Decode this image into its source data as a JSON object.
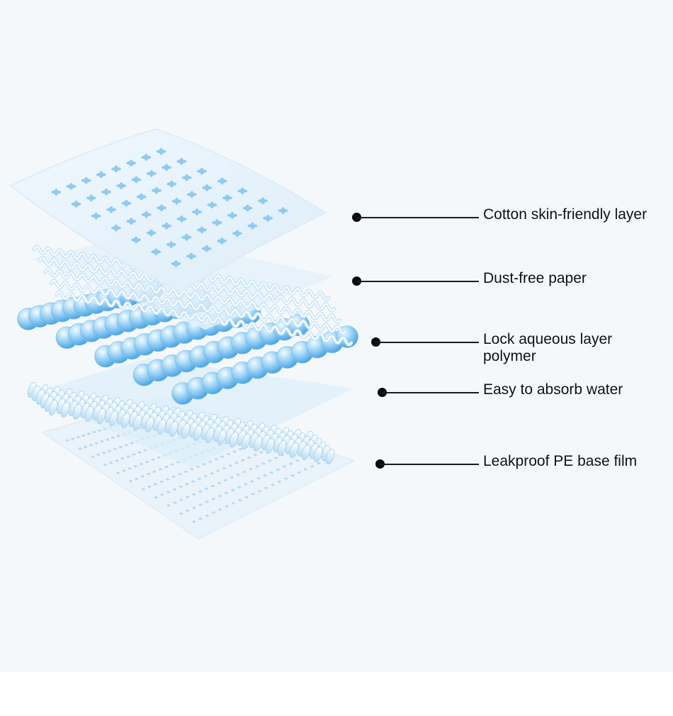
{
  "colors": {
    "background": "#f5f8fb",
    "layer_light": "#e6f2fb",
    "layer_mid": "#a9d6f5",
    "layer_accent": "#5fb4ec",
    "line_and_dot": "#111111"
  },
  "layers": [
    {
      "label_lines": [
        "Cotton skin-friendly layer"
      ]
    },
    {
      "label_lines": [
        "Dust-free paper"
      ]
    },
    {
      "label_lines": [
        "Lock aqueous layer",
        "polymer"
      ]
    },
    {
      "label_lines": [
        "Easy to absorb water"
      ]
    },
    {
      "label_lines": [
        "Leakproof PE base film"
      ]
    }
  ]
}
